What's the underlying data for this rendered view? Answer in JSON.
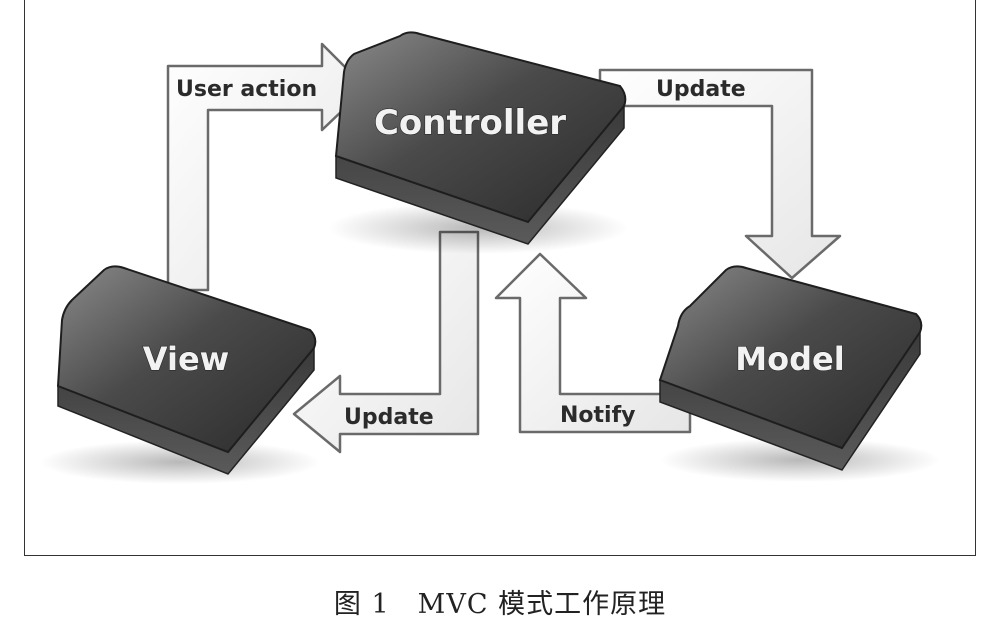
{
  "diagram": {
    "nodes": {
      "controller": "Controller",
      "view": "View",
      "model": "Model"
    },
    "arrows": {
      "view_to_controller": "User action",
      "controller_to_model": "Update",
      "controller_to_view": "Update",
      "model_to_controller": "Notify"
    }
  },
  "caption": "图 1　MVC 模式工作原理",
  "colors": {
    "arrow_fill": "#f4f4f4",
    "arrow_stroke": "#6a6a6a",
    "box_dark": "#2c2c2c",
    "box_light": "#6e6e6e"
  }
}
